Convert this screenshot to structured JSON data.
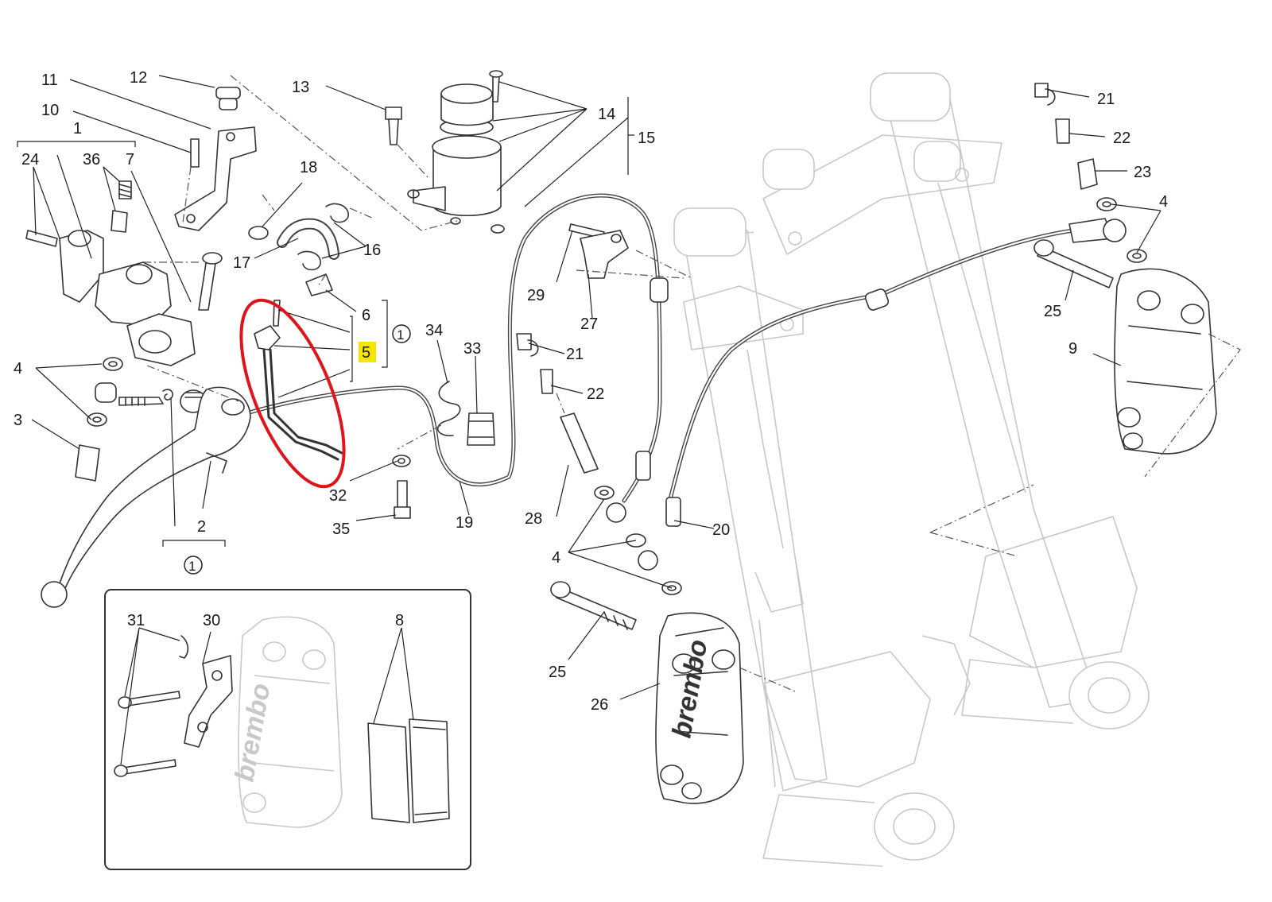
{
  "diagram": {
    "callouts": [
      {
        "key": "p11",
        "text": "11"
      },
      {
        "key": "p12",
        "text": "12"
      },
      {
        "key": "p13",
        "text": "13"
      },
      {
        "key": "p14",
        "text": "14"
      },
      {
        "key": "p15",
        "text": "15"
      },
      {
        "key": "p10",
        "text": "10"
      },
      {
        "key": "p1",
        "text": "1"
      },
      {
        "key": "p24",
        "text": "24"
      },
      {
        "key": "p36",
        "text": "36"
      },
      {
        "key": "p7",
        "text": "7"
      },
      {
        "key": "p18",
        "text": "18"
      },
      {
        "key": "p17",
        "text": "17"
      },
      {
        "key": "p16",
        "text": "16"
      },
      {
        "key": "p6",
        "text": "6"
      },
      {
        "key": "p5",
        "text": "5"
      },
      {
        "key": "p4a",
        "text": "4"
      },
      {
        "key": "p3",
        "text": "3"
      },
      {
        "key": "p34",
        "text": "34"
      },
      {
        "key": "p33",
        "text": "33"
      },
      {
        "key": "p29",
        "text": "29"
      },
      {
        "key": "p27",
        "text": "27"
      },
      {
        "key": "p21a",
        "text": "21"
      },
      {
        "key": "p22a",
        "text": "22"
      },
      {
        "key": "p32",
        "text": "32"
      },
      {
        "key": "p35",
        "text": "35"
      },
      {
        "key": "p19",
        "text": "19"
      },
      {
        "key": "p28",
        "text": "28"
      },
      {
        "key": "p2",
        "text": "2"
      },
      {
        "key": "p4b",
        "text": "4"
      },
      {
        "key": "p20",
        "text": "20"
      },
      {
        "key": "p25a",
        "text": "25"
      },
      {
        "key": "p26",
        "text": "26"
      },
      {
        "key": "p21b",
        "text": "21"
      },
      {
        "key": "p22b",
        "text": "22"
      },
      {
        "key": "p23",
        "text": "23"
      },
      {
        "key": "p4c",
        "text": "4"
      },
      {
        "key": "p25b",
        "text": "25"
      },
      {
        "key": "p9",
        "text": "9"
      },
      {
        "key": "p31",
        "text": "31"
      },
      {
        "key": "p30",
        "text": "30"
      },
      {
        "key": "p8",
        "text": "8"
      }
    ],
    "kit_marker": "1",
    "caliper_brand": "brembo",
    "highlight_color": "#f5e600",
    "circle_color": "#e0141b"
  }
}
